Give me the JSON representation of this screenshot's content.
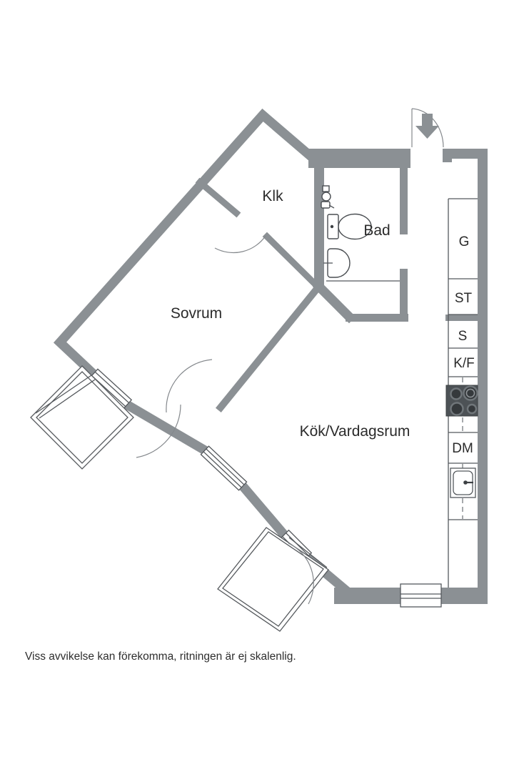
{
  "plan": {
    "title_type": "apartment-floor-plan",
    "rooms": {
      "klk": "Klk",
      "bad": "Bad",
      "sovrum": "Sovrum",
      "kok_vardagsrum": "Kök/Vardagsrum"
    },
    "kitchen_units": {
      "g": "G",
      "st": "ST",
      "s": "S",
      "kf": "K/F",
      "dm": "DM"
    },
    "footer": {
      "disclaimer": "Viss avvikelse kan förekomma, ritningen är ej skalenlig."
    },
    "icons": {
      "entry": "entry-arrow-icon",
      "bathroom": [
        "shower-mixer-icon",
        "toilet-icon",
        "washbasin-icon"
      ],
      "kitchen": [
        "cooktop-icon",
        "kitchen-sink-icon"
      ],
      "openings": [
        "door-swing-arc",
        "window",
        "balcony-door",
        "balcony-platform"
      ]
    },
    "colors": {
      "wall": "#8b9094",
      "line": "#55595d",
      "text": "#2b2b2b",
      "stove": "#4d5256",
      "burner": "#35393c",
      "burner_ring": "#70767a"
    }
  }
}
